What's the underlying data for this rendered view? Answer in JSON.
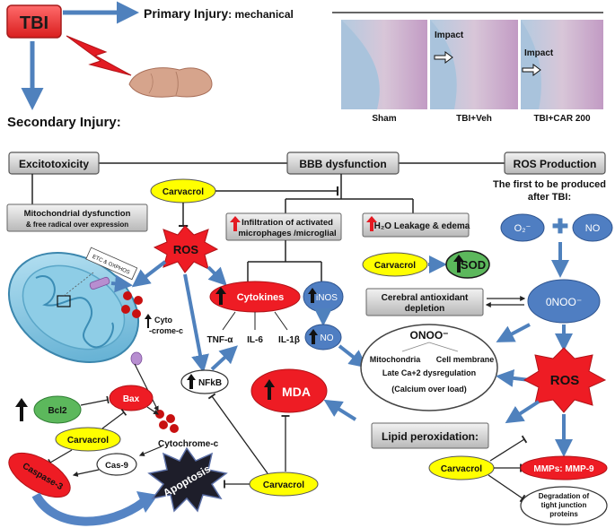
{
  "header": {
    "tbi": "TBI",
    "primary_injury": "Primary Injury",
    "primary_injury_suffix": ":  mechanical",
    "secondary_injury": "Secondary Injury:"
  },
  "histology": {
    "labels": [
      "Sham",
      "TBI+Veh",
      "TBI+CAR 200"
    ],
    "impact": "Impact"
  },
  "categories": {
    "excitotoxicity": "Excitotoxicity",
    "bbb": "BBB dysfunction",
    "ros_production": "ROS Production"
  },
  "boxes": {
    "mito_line1": "Mitochondrial dysfunction",
    "mito_line2": "& free radical over expression",
    "infiltration_line1": "Infiltration of activated",
    "infiltration_line2": "microphages /microglial",
    "h2o": "H₂O Leakage & edema",
    "antioxidant_line1": "Cerebral antioxidant",
    "antioxidant_line2": "depletion",
    "lipid": "Lipid peroxidation:",
    "degradation_line1": "Degradation of",
    "degradation_line2": "tight junction",
    "degradation_line3": "proteins"
  },
  "ros_first": {
    "line1": "The first to be produced",
    "line2": "after TBI:"
  },
  "molecules": {
    "carvacrol": "Carvacrol",
    "ros": "ROS",
    "sod": "SOD",
    "o2": "O₂⁻",
    "no": "NO",
    "onoo": "0NOO⁻",
    "cytokines": "Cytokines",
    "tnf": "TNF-α",
    "il6": "IL-6",
    "il1b": "IL-1β",
    "inos": "iNOS",
    "nfkb": "NFkB",
    "mda": "MDA",
    "mmp": "MMPs: MMP-9",
    "bax": "Bax",
    "bcl2": "Bcl2",
    "cas9": "Cas-9",
    "caspase3": "Caspase-3",
    "apoptosis": "Apoptosis",
    "cyto_line1": "Cyto",
    "cyto_line2": "-crome-c",
    "cytochrome": "Cytochrome-c",
    "etc": "ETC & OXPHOS"
  },
  "onoo_big": {
    "title": "ONOO⁻",
    "mito": "Mitochondria",
    "membrane": "Cell membrane",
    "late": "Late  Ca+2  dysregulation",
    "calcium": "(Calcium over load)"
  },
  "colors": {
    "arrow_blue": "#4f81bd",
    "tbi_red": "#e8282b",
    "carvacrol_yellow": "#ffff00",
    "ros_red": "#ee1c24",
    "node_blue": "#4f7ec2",
    "green": "#5cb85c",
    "grey_box": "#d0d0d0"
  }
}
